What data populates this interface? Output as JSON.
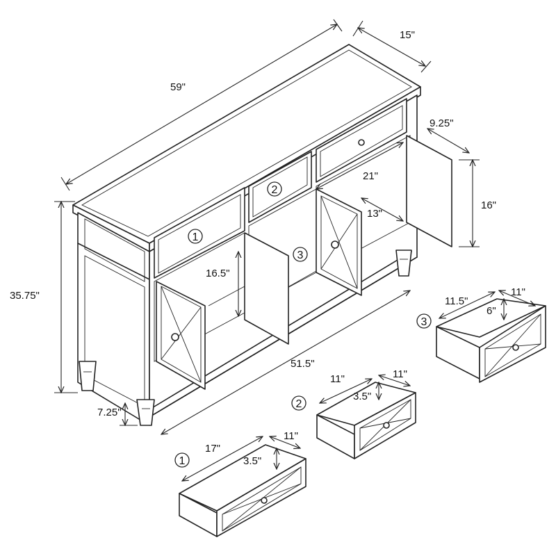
{
  "dimensions": {
    "overall_width": "59\"",
    "depth": "15\"",
    "height": "35.75\"",
    "inner_width": "51.5\"",
    "leg_height": "7.25\"",
    "shelf_height": "16.5\"",
    "drawer_height_side": "9.25\"",
    "cabinet_inner_width": "21\"",
    "cabinet_inner_depth": "13\"",
    "door_height": "16\""
  },
  "drawers": [
    {
      "marker": "1",
      "width": "17\"",
      "depth": "11\"",
      "height": "3.5\""
    },
    {
      "marker": "2",
      "width": "11\"",
      "depth": "11\"",
      "height": "3.5\""
    },
    {
      "marker": "3",
      "width": "11.5\"",
      "depth": "11\"",
      "height": "6\""
    }
  ],
  "markers": {
    "one": "1",
    "two": "2",
    "three": "3"
  }
}
